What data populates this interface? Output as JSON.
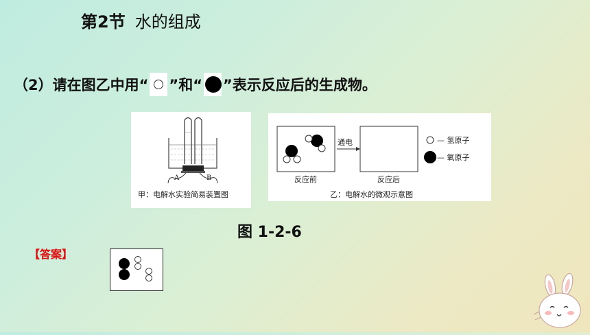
{
  "header": {
    "section": "第2节",
    "topic": "水的组成"
  },
  "question": {
    "part1": "（2）请在图乙中用“",
    "part2": "”和“",
    "part3": "”表示反应后的生成物。"
  },
  "figure_a": {
    "label_a": "A",
    "label_b": "B",
    "caption": "甲：电解水实验简易装置图"
  },
  "figure_b": {
    "arrow_label": "通电",
    "before_label": "反应前",
    "after_label": "反应后",
    "legend_h": "— 氢原子",
    "legend_o": "— 氧原子",
    "caption": "乙：电解水的微观示意图"
  },
  "figure_label": "图 1-2-6",
  "answer_label": "【答案】"
}
